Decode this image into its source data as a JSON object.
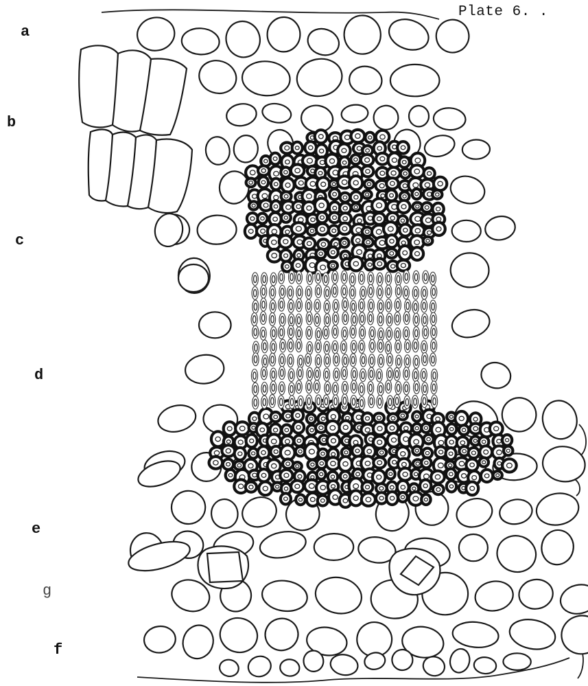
{
  "title": "Plate 6. .",
  "labels": {
    "a": "a",
    "b": "b",
    "c": "c",
    "d": "d",
    "e": "e",
    "g": "g",
    "f": "f"
  }
}
